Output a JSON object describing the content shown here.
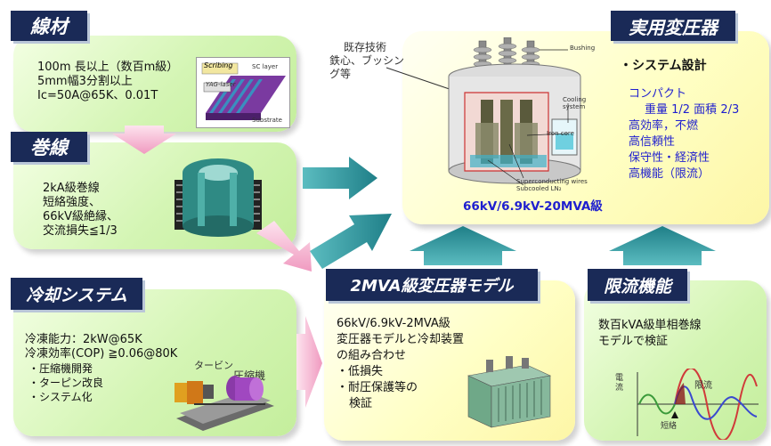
{
  "wire": {
    "title": "線材",
    "lines": [
      "100m 長以上（数百m級）",
      "5mm幅3分割以上",
      "Ic=50A@65K、0.01T"
    ],
    "diagram": {
      "scribing": "Scribing",
      "yag": "YAG-laser",
      "sc_layer": "SC layer",
      "substrate": "Substrate"
    }
  },
  "winding": {
    "title": "巻線",
    "lines": [
      "2kA級巻線",
      "短絡強度、",
      "66kV級絶縁、",
      "交流損失≦1/3"
    ]
  },
  "cooling": {
    "title": "冷却システム",
    "lines": [
      "冷凍能力：2kW@65K",
      "冷凍効率(COP) ≧0.06@80K",
      "・圧縮機開発",
      "・ターピン改良",
      "・システム化"
    ],
    "labels": {
      "turbine": "タービン",
      "compressor": "圧縮機"
    }
  },
  "practical": {
    "title": "実用変圧器",
    "note_lines": [
      "既存技術",
      "鉄心、ブッシン",
      "グ等"
    ],
    "heading": "・システム設計",
    "features": [
      "コンパクト",
      "重量 1/2  面積 2/3",
      "高効率，不燃",
      "高信頼性",
      "保守性・経済性",
      "高機能（限流）"
    ],
    "rating": "66kV/6.9kV-20MVA級",
    "diagram": {
      "bushing": "Bushing",
      "cooling": "Cooling",
      "system": "system",
      "iron_core": "Iron core",
      "sc_wires": "Superconducting wires",
      "subcooled": "Subcooled LN₂"
    }
  },
  "model": {
    "title": "2MVA級変圧器モデル",
    "lines": [
      "66kV/6.9kV-2MVA級",
      "変圧器モデルと冷却装置",
      "の組み合わせ",
      "・低損失",
      "・耐圧保護等の",
      "検証"
    ]
  },
  "fault": {
    "title": "限流機能",
    "lines": [
      "数百kVA級単相巻線",
      "モデルで検証"
    ],
    "graph": {
      "ylabel_1": "電",
      "ylabel_2": "流",
      "limit_label": "限流",
      "short_label": "短絡"
    }
  },
  "colors": {
    "tag_navy": "#1a2a57",
    "arrow_teal": "#2e8f96",
    "arrow_pink": "#f4b4cf",
    "text_blue": "#1f1fcf"
  }
}
